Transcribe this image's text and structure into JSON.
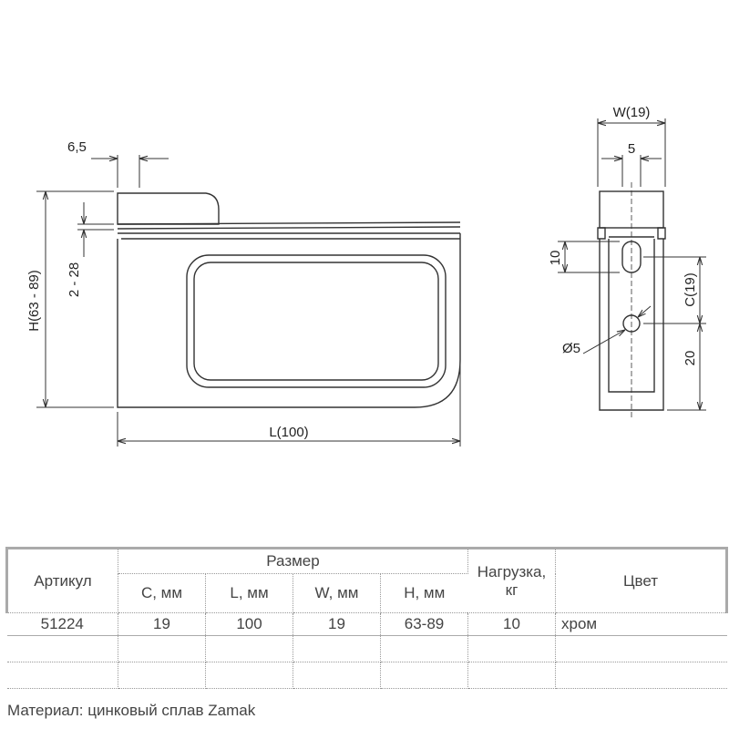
{
  "drawing": {
    "front": {
      "dim_top": "6,5",
      "dim_height": "H(63 - 89)",
      "dim_gap": "2 - 28",
      "dim_length": "L(100)"
    },
    "side": {
      "dim_width": "W(19)",
      "dim_inner": "5",
      "dim_slot": "10",
      "dim_c": "C(19)",
      "dim_hole": "Ø5",
      "dim_bottom": "20"
    }
  },
  "table": {
    "article_header": "Артикул",
    "size_header": "Размер",
    "sub_headers": [
      "C, мм",
      "L, мм",
      "W, мм",
      "H, мм"
    ],
    "load_header_line1": "Нагрузка,",
    "load_header_line2": "кг",
    "color_header": "Цвет",
    "row": {
      "article": "51224",
      "c": "19",
      "l": "100",
      "w": "19",
      "h": "63-89",
      "load": "10",
      "color": "хром"
    }
  },
  "material": "Материал: цинковый сплав Zamak"
}
